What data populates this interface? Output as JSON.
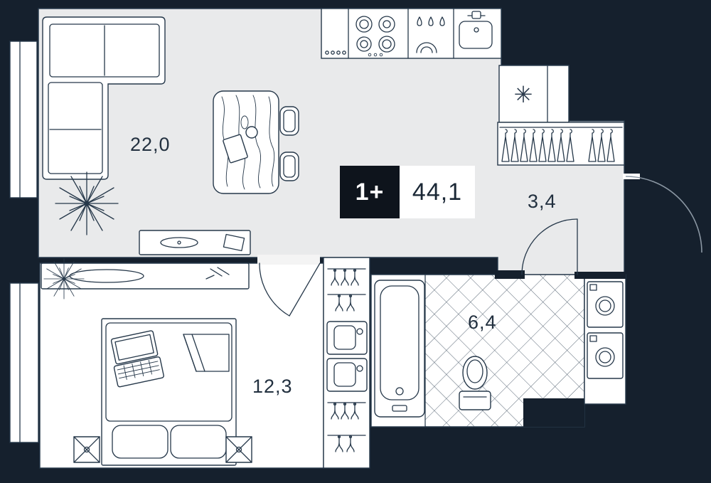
{
  "badge": {
    "rooms": "1+",
    "area": "44,1"
  },
  "rooms": {
    "living": {
      "label": "22,0"
    },
    "hallway": {
      "label": "3,4"
    },
    "bedroom": {
      "label": "12,3"
    },
    "bathroom": {
      "label": "6,4"
    }
  },
  "icons": {
    "fridge_snowflake": "✳"
  },
  "colors": {
    "background": "#15202d",
    "floor_gray": "#e9eaeb",
    "furniture_white": "#ffffff",
    "line": "#26384a",
    "badge_dark": "#0e141c",
    "badge_light": "#ffffff",
    "label_text": "#22303f"
  }
}
